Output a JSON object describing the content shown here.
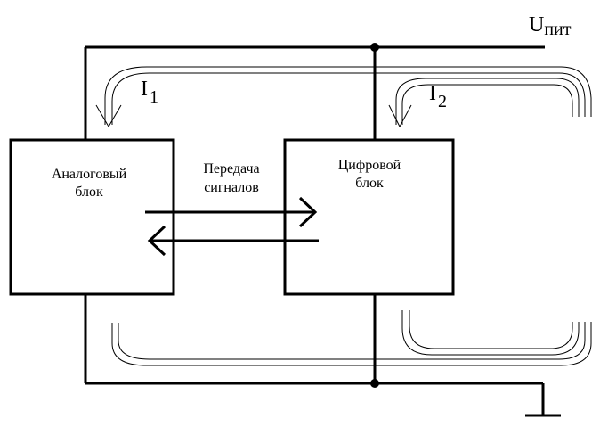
{
  "labels": {
    "supply": "U",
    "supply_sub": "пит",
    "current1": "I",
    "current1_sub": "1",
    "current2": "I",
    "current2_sub": "2",
    "analog_line1": "Аналоговый",
    "analog_line2": "блок",
    "digital_line1": "Цифровой",
    "digital_line2": "блок",
    "transfer_line1": "Передача",
    "transfer_line2": "сигналов"
  }
}
